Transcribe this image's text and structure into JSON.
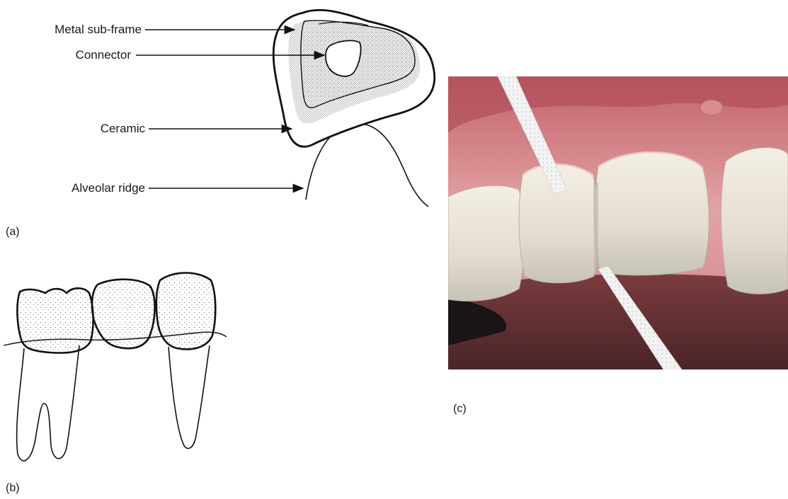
{
  "panel_a": {
    "tag": "(a)",
    "labels": {
      "metal_subframe": "Metal sub-frame",
      "connector": "Connector",
      "ceramic": "Ceramic",
      "alveolar_ridge": "Alveolar ridge"
    }
  },
  "panel_b": {
    "tag": "(b)"
  },
  "panel_c": {
    "tag": "(c)"
  },
  "colors": {
    "line": "#111111",
    "gingiva": "#d98a8c",
    "tooth": "#e6e1d6",
    "floss": "#f2f2f2"
  }
}
